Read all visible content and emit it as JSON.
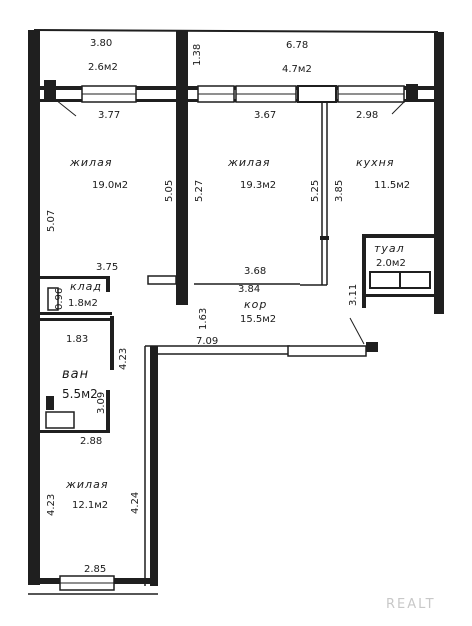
{
  "dimensions": {
    "top_left_width": "3.80",
    "top_right_width": "6.78",
    "balcony_middle": "1.38",
    "room_left_width": "3.77",
    "room_mid_width": "3.67",
    "kitchen_width": "2.98",
    "left_outer_height": "5.07",
    "room_left_height": "5.05",
    "room_mid_height_left": "5.27",
    "room_mid_height_right": "5.25",
    "kitchen_height": "3.85",
    "room_left_bottom": "3.75",
    "corridor_top": "3.68",
    "corridor_bottom": "3.84",
    "storage_height": "0.96",
    "corridor_side": "1.63",
    "niche_height": "3.11",
    "bath_width": "1.83",
    "bath_height": "4.23",
    "bath_side": "3.09",
    "bath_bottom": "2.88",
    "room_bottom_left": "4.23",
    "room_bottom_right": "4.24",
    "room_bottom_width": "2.85",
    "wing_length": "7.09"
  },
  "rooms": {
    "balcony_left_area": "2.6м2",
    "balcony_right_area": "4.7м2",
    "room1_name": "жилая",
    "room1_area": "19.0м2",
    "room2_name": "жилая",
    "room2_area": "19.3м2",
    "kitchen_name": "кухня",
    "kitchen_area": "11.5м2",
    "toilet_name": "туал",
    "toilet_area": "2.0м2",
    "storage_name": "клад",
    "storage_area": "1.8м2",
    "corridor_name": "кор",
    "corridor_area": "15.5м2",
    "bath_name": "ван",
    "bath_area": "5.5м2",
    "room3_name": "жилая",
    "room3_area": "12.1м2"
  },
  "watermark": "REALT"
}
